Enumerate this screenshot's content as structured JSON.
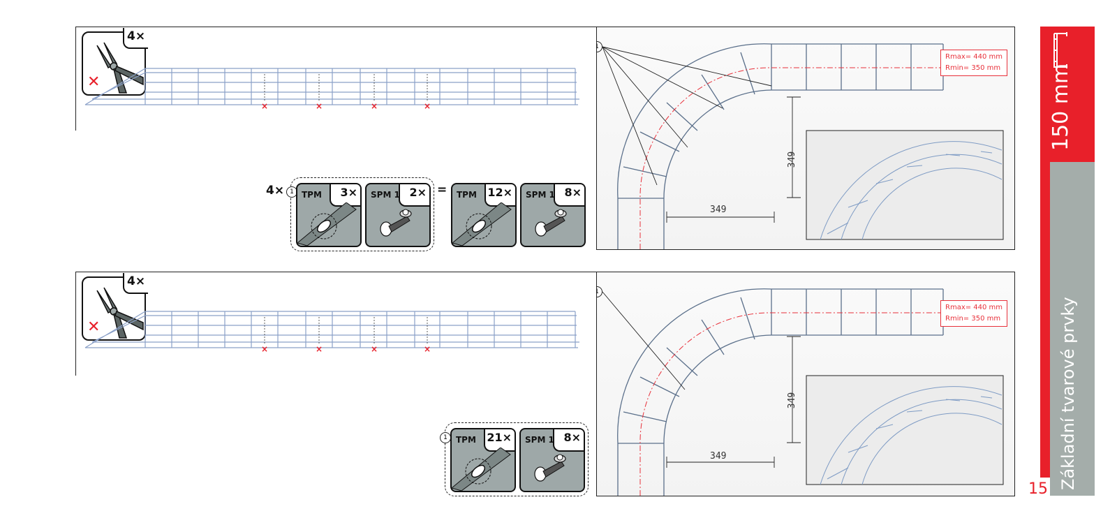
{
  "sidebar": {
    "size_label": "150 mm",
    "section_title": "Základní tvarové prvky",
    "page_number": "15",
    "accent_color": "#e8202a",
    "grey_color": "#a4adaa",
    "icon": "cable-tray-icon"
  },
  "steps": [
    {
      "cutter": {
        "qty": "4×",
        "icon": "bolt-cutter-icon"
      },
      "group_multiplier": "4×",
      "group_parts": [
        {
          "label": "TPM",
          "qty": "3×",
          "icon": "tpm-connector-icon"
        },
        {
          "label": "SPM 1",
          "qty": "2×",
          "icon": "spm-bolt-icon"
        }
      ],
      "equals": "=",
      "total_parts": [
        {
          "label": "TPM",
          "qty": "12×",
          "icon": "tpm-connector-icon"
        },
        {
          "label": "SPM 1",
          "qty": "8×",
          "icon": "spm-bolt-icon"
        }
      ],
      "callout": "1",
      "rmax": "Rmax= 440 mm",
      "rmin": "Rmin= 350 mm",
      "dim_vertical": "349",
      "dim_horizontal": "349"
    },
    {
      "cutter": {
        "qty": "4×",
        "icon": "bolt-cutter-icon"
      },
      "group_parts": [
        {
          "label": "TPM",
          "qty": "21×",
          "icon": "tpm-connector-icon"
        },
        {
          "label": "SPM 1",
          "qty": "8×",
          "icon": "spm-bolt-icon"
        }
      ],
      "callout": "1",
      "rmax": "Rmax= 440 mm",
      "rmin": "Rmin= 350 mm",
      "dim_vertical": "349",
      "dim_horizontal": "349"
    }
  ]
}
